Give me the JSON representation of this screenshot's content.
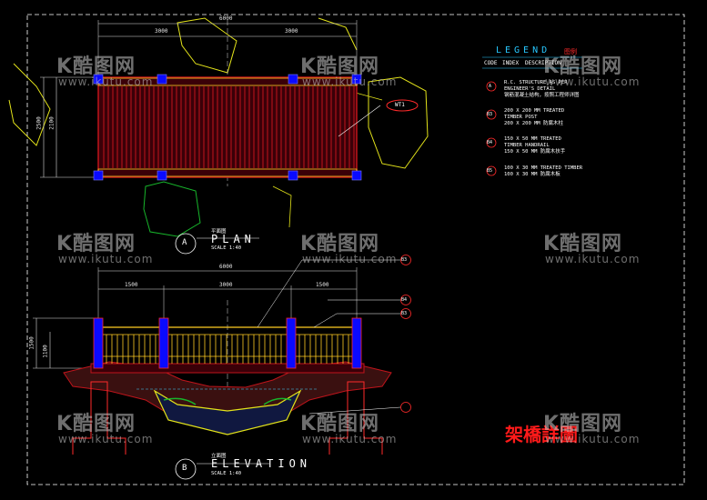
{
  "plan": {
    "dims_top": [
      "6000",
      "3000",
      "3000"
    ],
    "dims_left": [
      "2500",
      "2100"
    ],
    "tag": "WT1",
    "circle": "A",
    "sub": "平面图",
    "title": "PLAN",
    "scale": "SCALE      1:40"
  },
  "elevation": {
    "dims_top": [
      "6000",
      "1500",
      "3000",
      "1500"
    ],
    "dims_left": [
      "1500",
      "1100"
    ],
    "callouts": [
      "B3",
      "B4",
      "B3"
    ],
    "circle": "B",
    "sub": "立面图",
    "title": "ELEVATION",
    "scale": "SCALE      1:40"
  },
  "legend": {
    "title": "LEGEND",
    "title_cn": "图例",
    "head_code": "CODE",
    "head_index": "INDEX",
    "head_desc": "DESCRIPTION",
    "items": [
      {
        "code": "A",
        "line1": "R.C. STRUCTURE AS PER",
        "line2": "ENGINEER'S DETAIL",
        "line3": "钢筋混凝土结构，按照工程师详图"
      },
      {
        "code": "B3",
        "line1": "200 X 200 MM TREATED",
        "line2": "TIMBER POST",
        "line3": "200 X 200 MM 防腐木柱"
      },
      {
        "code": "B4",
        "line1": "150 X 50 MM TREATED",
        "line2": "TIMBER HANDRAIL",
        "line3": "150 X 50 MM 防腐木扶手"
      },
      {
        "code": "B5",
        "line1": "100 X 30 MM TREATED TIMBER",
        "line2": "100 X 30 MM 防腐木板",
        "line3": ""
      }
    ]
  },
  "title_cn": "架橋詳圖",
  "watermark": {
    "logo": "K酷图网",
    "url": "www.ikutu.com"
  },
  "colors": {
    "deck": "#c0141b",
    "post": "#0a0aff",
    "rock": "#e3e31a",
    "green": "#17b52b",
    "timber": "#ffcc22",
    "legend": "#27c8ff"
  }
}
